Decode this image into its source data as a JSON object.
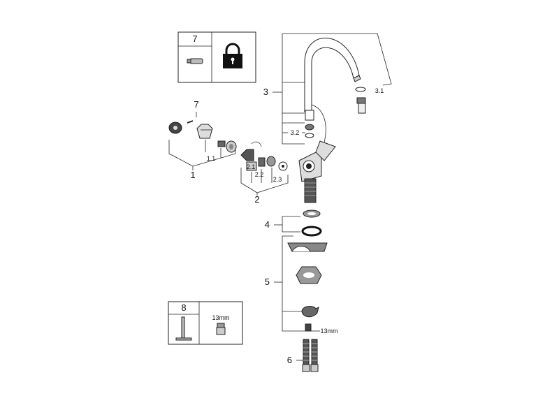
{
  "diagram": {
    "labels": {
      "part_1": "1",
      "part_1_1": "1.1",
      "part_2": "2",
      "part_2_1": "2.1",
      "part_2_2": "2.2",
      "part_2_3": "2.3",
      "part_3": "3",
      "part_3_1": "3.1",
      "part_3_2": "3.2",
      "part_4": "4",
      "part_5": "5",
      "part_6": "6",
      "part_7_small": "7"
    },
    "boxes": {
      "box7": {
        "number": "7",
        "icon": "padlock-icon"
      },
      "box8": {
        "number": "8",
        "wrench_size": "13mm"
      }
    },
    "callouts": {
      "nut_size": "13mm"
    }
  }
}
